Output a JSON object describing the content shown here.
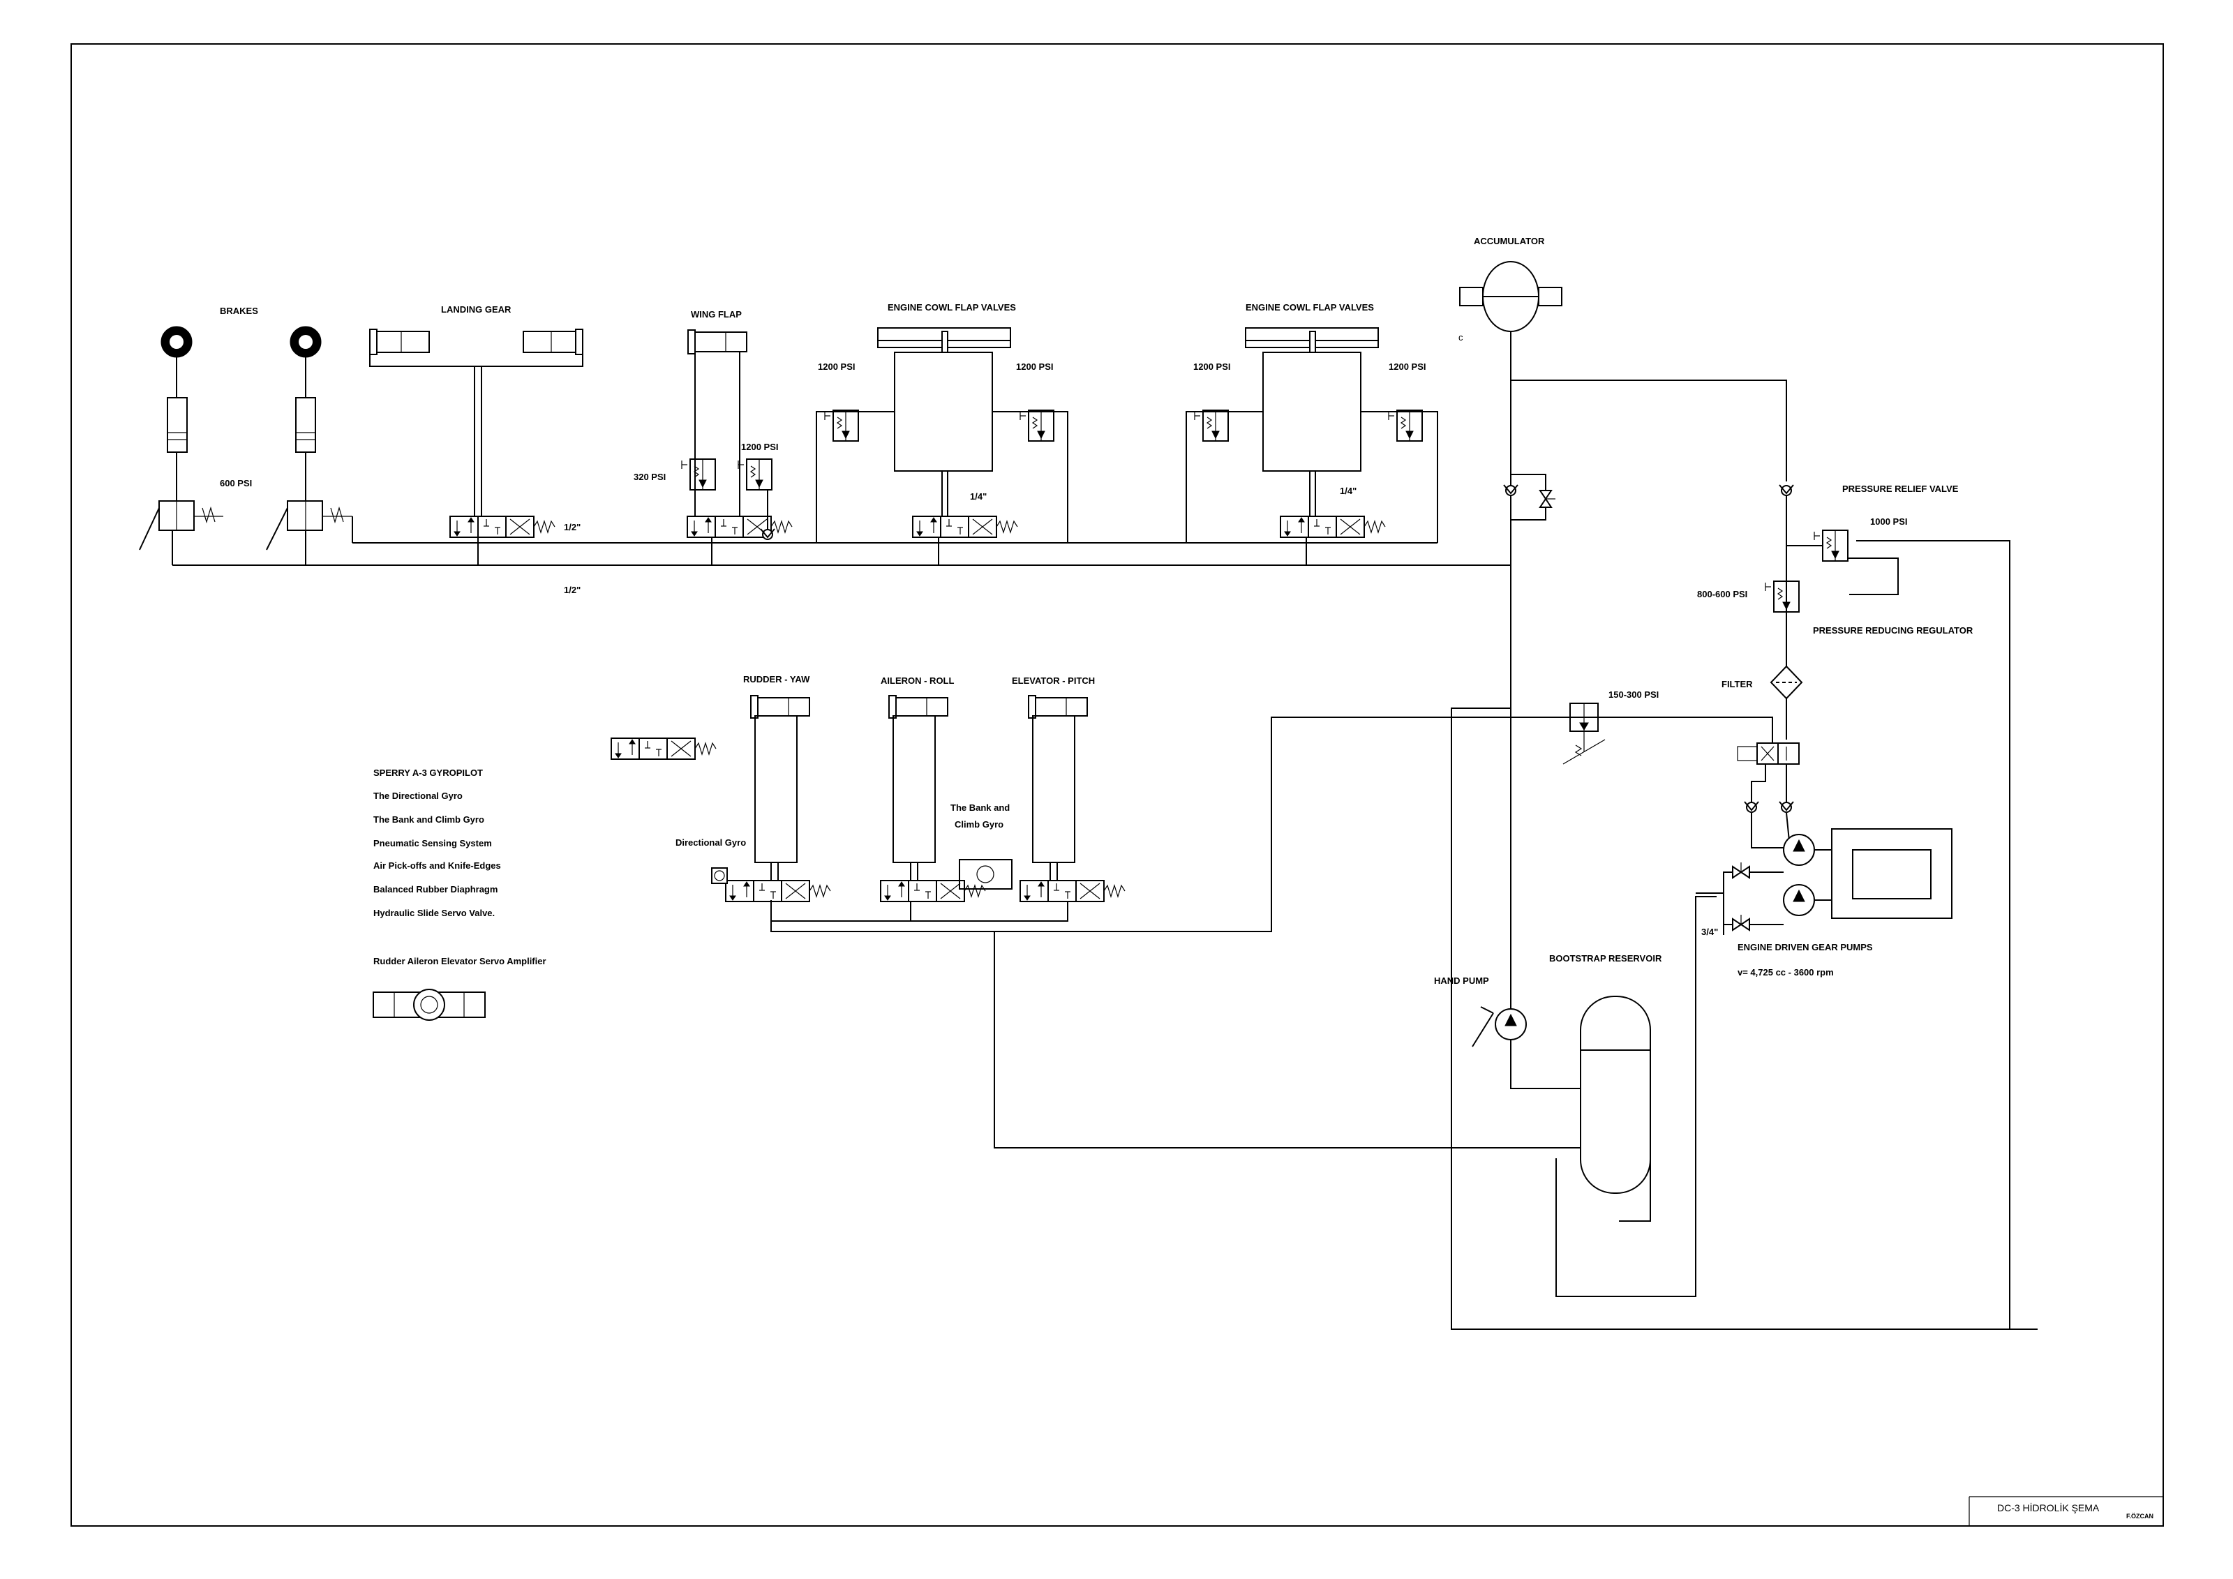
{
  "labels": {
    "accumulator": "ACCUMULATOR",
    "brakes": "BRAKES",
    "landing_gear": "LANDING GEAR",
    "wing_flap": "WING FLAP",
    "cowl_flap_1": "ENGINE COWL FLAP VALVES",
    "cowl_flap_2": "ENGINE COWL FLAP VALVES",
    "pressure_relief_valve": "PRESSURE RELIEF VALVE",
    "pressure_reducing_regulator": "PRESSURE REDUCING REGULATOR",
    "filter": "FILTER",
    "rudder_yaw": "RUDDER - YAW",
    "aileron_roll": "AILERON - ROLL",
    "elevator_pitch": "ELEVATOR - PITCH",
    "directional_gyro": "Directional Gyro",
    "bank_climb_gyro_1": "The Bank and",
    "bank_climb_gyro_2": "Climb Gyro",
    "hand_pump": "HAND PUMP",
    "bootstrap_reservoir": "BOOTSTRAP RESERVOIR",
    "engine_pumps": "ENGINE DRIVEN GEAR PUMPS",
    "pump_spec": "v= 4,725 cc - 3600 rpm",
    "servo_amplifier": "Rudder Aileron Elevator Servo Amplifier",
    "stray_c": "c"
  },
  "pressures": {
    "brakes": "600 PSI",
    "cowl_1_left": "1200 PSI",
    "cowl_1_right": "1200 PSI",
    "cowl_2_left": "1200 PSI",
    "cowl_2_right": "1200 PSI",
    "flap_relief": "1200 PSI",
    "flap_reducer": "320 PSI",
    "relief_valve": "1000 PSI",
    "reducing_regulator": "800-600 PSI",
    "autopilot_reducer": "150-300 PSI"
  },
  "pipe_sizes": {
    "upper_line": "1/2\"",
    "lower_line": "1/2\"",
    "cowl_1": "1/4\"",
    "cowl_2": "1/4\"",
    "pump_line": "3/4\""
  },
  "legend": {
    "title": "SPERRY A-3 GYROPILOT",
    "items": [
      "The Directional Gyro",
      "The Bank and Climb Gyro",
      "Pneumatic Sensing System",
      "Air Pick-offs and Knife-Edges",
      "Balanced Rubber Diaphragm",
      "Hydraulic Slide Servo Valve."
    ]
  },
  "title_block": {
    "title": "DC-3 HİDROLİK ŞEMA",
    "author": "F.ÖZCAN"
  }
}
